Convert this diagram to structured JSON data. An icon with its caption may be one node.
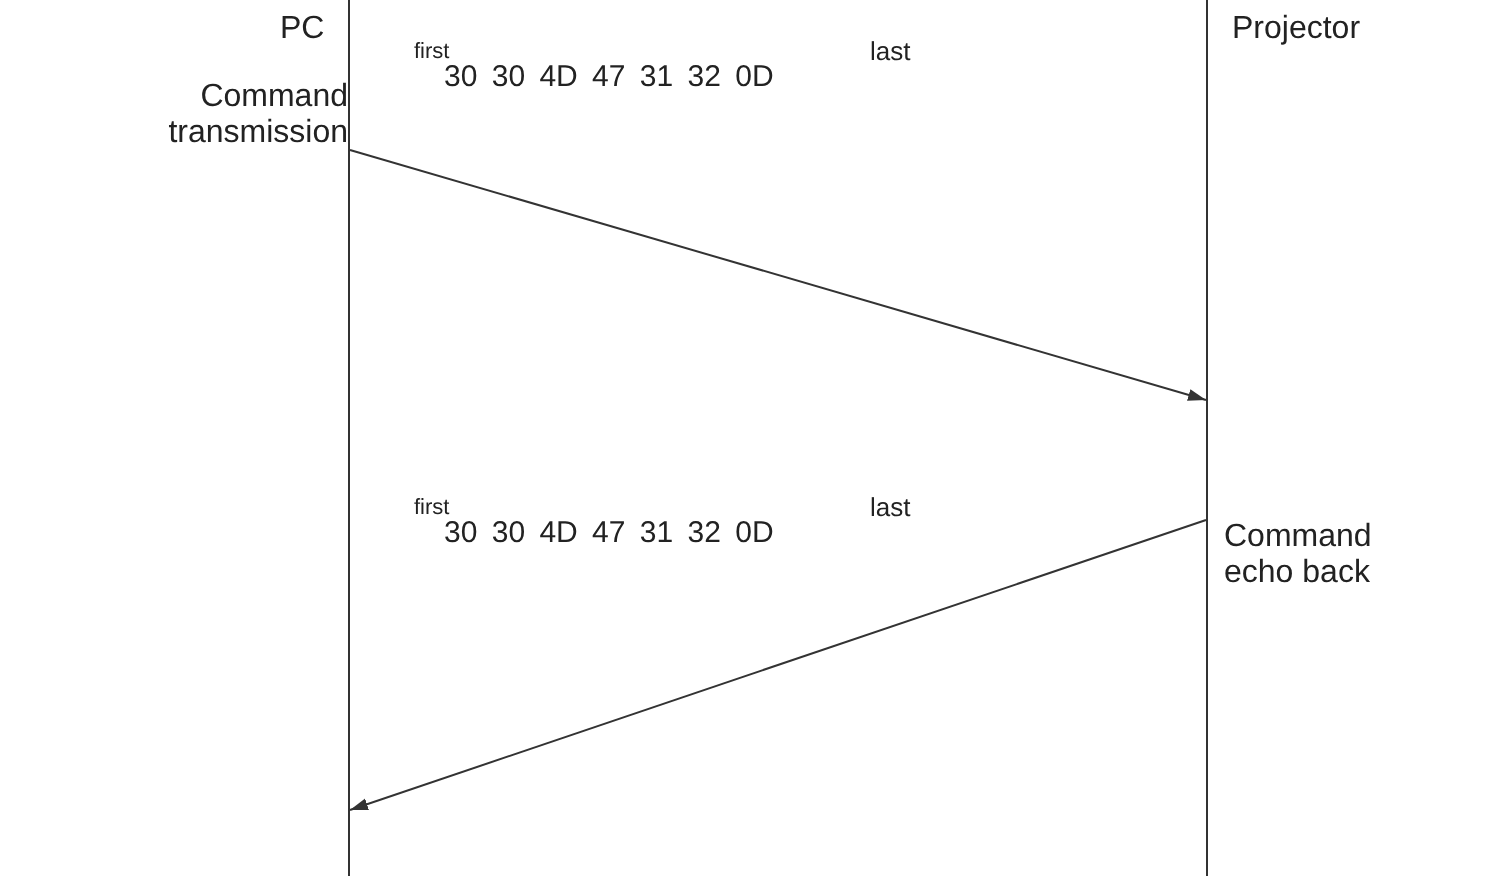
{
  "diagram": {
    "nodes": [
      {
        "text": [
          "PC"
        ]
      },
      {
        "text": [
          "Projector"
        ]
      }
    ],
    "edges": [
      {
        "from": 0,
        "to": 1,
        "arrow": "to",
        "label": "30 30 4D 47 31 32 0D"
      },
      {
        "from": 1,
        "to": 0,
        "arrow": "to",
        "label": "30 30 4D 47 31 32 0D"
      }
    ],
    "labels": [
      "Command transmission",
      "first",
      "last",
      "first",
      "last",
      "Command echo back"
    ]
  }
}
